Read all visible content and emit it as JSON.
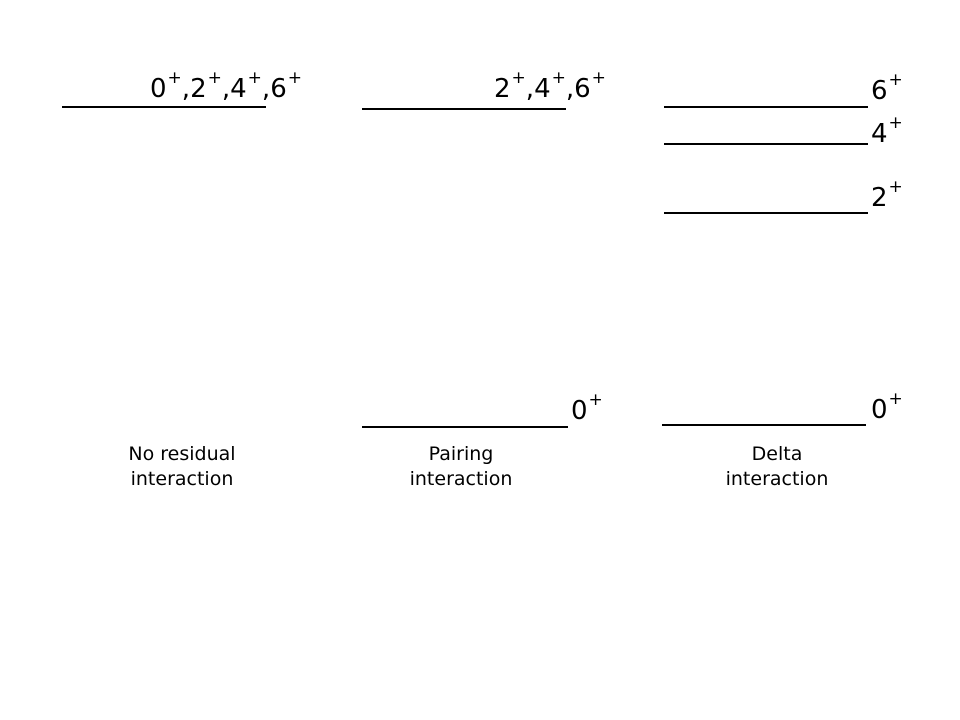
{
  "diagram": {
    "columns": [
      {
        "caption": [
          "No residual",
          "interaction"
        ],
        "levels": [
          {
            "states": [
              {
                "j": "0",
                "parity": "+"
              },
              {
                "j": "2",
                "parity": "+"
              },
              {
                "j": "4",
                "parity": "+"
              },
              {
                "j": "6",
                "parity": "+"
              }
            ]
          }
        ]
      },
      {
        "caption": [
          "Pairing",
          "interaction"
        ],
        "levels": [
          {
            "states": [
              {
                "j": "2",
                "parity": "+"
              },
              {
                "j": "4",
                "parity": "+"
              },
              {
                "j": "6",
                "parity": "+"
              }
            ]
          },
          {
            "states": [
              {
                "j": "0",
                "parity": "+"
              }
            ]
          }
        ]
      },
      {
        "caption": [
          "Delta",
          "interaction"
        ],
        "levels": [
          {
            "states": [
              {
                "j": "6",
                "parity": "+"
              }
            ]
          },
          {
            "states": [
              {
                "j": "4",
                "parity": "+"
              }
            ]
          },
          {
            "states": [
              {
                "j": "2",
                "parity": "+"
              }
            ]
          },
          {
            "states": [
              {
                "j": "0",
                "parity": "+"
              }
            ]
          }
        ]
      }
    ]
  }
}
